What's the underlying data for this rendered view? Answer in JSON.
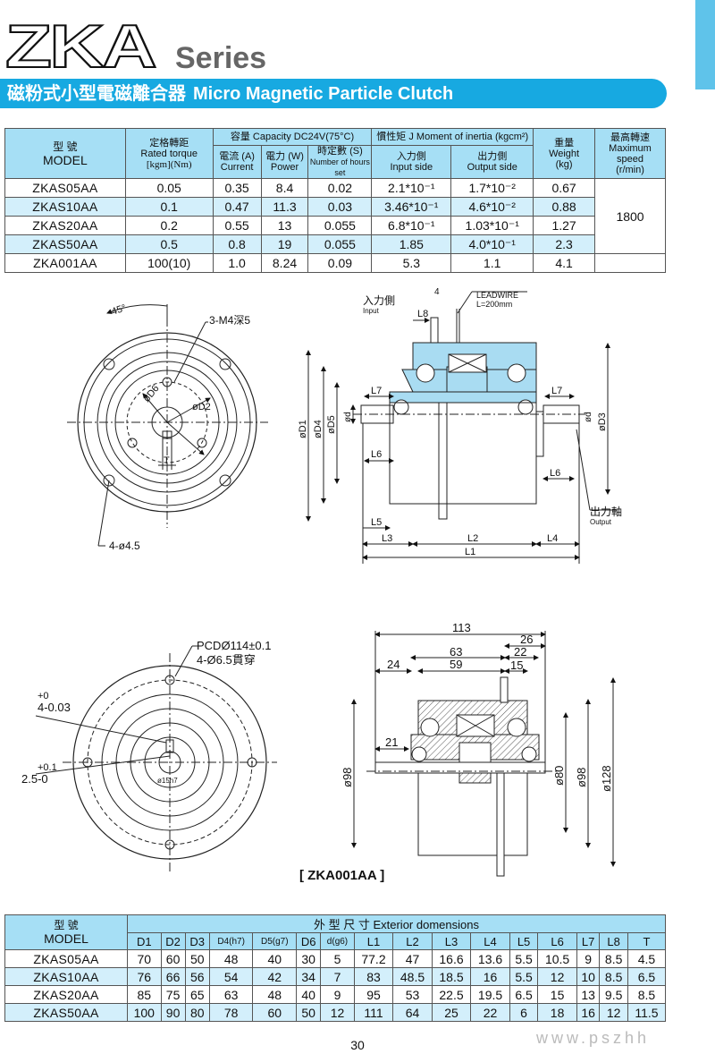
{
  "header": {
    "title": "ZKA",
    "series": "Series",
    "banner_zh": "磁粉式小型電磁離合器",
    "banner_en": "Micro Magnetic Particle Clutch"
  },
  "spec_table": {
    "h_model_zh": "型 號",
    "h_model": "MODEL",
    "h_torque_zh": "定格轉距",
    "h_torque": "Rated torque",
    "h_torque_unit": "[kgm](Nm)",
    "h_capacity": "容量 Capacity  DC24V(75°C)",
    "h_current_zh": "電流 (A)",
    "h_current": "Current",
    "h_power_zh": "電力 (W)",
    "h_power": "Power",
    "h_hours_zh": "時定數 (S)",
    "h_hours": "Number of hours set",
    "h_inertia": "慣性矩 J   Moment of inertia (kgcm²)",
    "h_input_zh": "入力側",
    "h_input": "Input side",
    "h_output_zh": "出力側",
    "h_output": "Output side",
    "h_weight_zh": "重量",
    "h_weight": "Weight",
    "h_weight_unit": "(kg)",
    "h_speed_zh": "最高轉速",
    "h_speed": "Maximum speed",
    "h_speed_unit": "(r/min)",
    "max_speed": "1800",
    "rows": [
      [
        "ZKAS05AA",
        "0.05",
        "0.35",
        "8.4",
        "0.02",
        "2.1*10⁻¹",
        "1.7*10⁻²",
        "0.67"
      ],
      [
        "ZKAS10AA",
        "0.1",
        "0.47",
        "11.3",
        "0.03",
        "3.46*10⁻¹",
        "4.6*10⁻²",
        "0.88"
      ],
      [
        "ZKAS20AA",
        "0.2",
        "0.55",
        "13",
        "0.055",
        "6.8*10⁻¹",
        "1.03*10⁻¹",
        "1.27"
      ],
      [
        "ZKAS50AA",
        "0.5",
        "0.8",
        "19",
        "0.055",
        "1.85",
        "4.0*10⁻¹",
        "2.3"
      ],
      [
        "ZKA001AA",
        "100(10)",
        "1.0",
        "8.24",
        "0.09",
        "5.3",
        "1.1",
        "4.1"
      ]
    ]
  },
  "drawing1": {
    "angle": "45°",
    "tap": "3-M4深5",
    "d6": "øD6",
    "d2": "øD2",
    "t": "T",
    "holes": "4-ø4.5",
    "input_zh": "入力側",
    "input": "Input",
    "dim4": "4",
    "l8": "L8",
    "leadwire": "LEADWIRE",
    "leadwire_len": "L=200mm",
    "d1": "øD1",
    "d4": "øD4",
    "d5": "øD5",
    "d": "ød",
    "d3": "øD3",
    "l7": "L7",
    "l6": "L6",
    "l5": "L5",
    "l3": "L3",
    "l2": "L2",
    "l4": "L4",
    "l1": "L1",
    "output_zh": "出力軸",
    "output": "Output"
  },
  "drawing2": {
    "pcd": "PCDØ114±0.1",
    "holes": "4-Ø6.5貫穿",
    "key_tol": "+0",
    "key": "4-0.03",
    "depth_tol": "+0.1",
    "depth": "2.5-0",
    "shaft": "ø15h7",
    "dim113": "113",
    "dim26": "26",
    "dim63": "63",
    "dim22": "22",
    "dim24": "24",
    "dim59": "59",
    "dim15": "15",
    "dim21": "21",
    "dia98a": "ø98",
    "dia80": "ø80",
    "dia98b": "ø98",
    "dia128": "ø128",
    "caption": "[ ZKA001AA ]"
  },
  "dim_table": {
    "h_model_zh": "型 號",
    "h_model": "MODEL",
    "h_group": "外 型 尺 寸 Exterior domensions",
    "cols": [
      "D1",
      "D2",
      "D3",
      "D4(h7)",
      "D5(g7)",
      "D6",
      "d(g6)",
      "L1",
      "L2",
      "L3",
      "L4",
      "L5",
      "L6",
      "L7",
      "L8",
      "T"
    ],
    "rows": [
      [
        "ZKAS05AA",
        "70",
        "60",
        "50",
        "48",
        "40",
        "30",
        "5",
        "77.2",
        "47",
        "16.6",
        "13.6",
        "5.5",
        "10.5",
        "9",
        "8.5",
        "4.5"
      ],
      [
        "ZKAS10AA",
        "76",
        "66",
        "56",
        "54",
        "42",
        "34",
        "7",
        "83",
        "48.5",
        "18.5",
        "16",
        "5.5",
        "12",
        "10",
        "8.5",
        "6.5"
      ],
      [
        "ZKAS20AA",
        "85",
        "75",
        "65",
        "63",
        "48",
        "40",
        "9",
        "95",
        "53",
        "22.5",
        "19.5",
        "6.5",
        "15",
        "13",
        "9.5",
        "8.5"
      ],
      [
        "ZKAS50AA",
        "100",
        "90",
        "80",
        "78",
        "60",
        "50",
        "12",
        "111",
        "64",
        "25",
        "22",
        "6",
        "18",
        "16",
        "12",
        "11.5"
      ]
    ]
  },
  "footer": {
    "page": "30",
    "watermark": "www.pszhh"
  },
  "colors": {
    "accent": "#17a9e1",
    "header_fill": "#a6dff5",
    "row_fill": "#d3effb",
    "part_fill": "#a9dcf2"
  }
}
